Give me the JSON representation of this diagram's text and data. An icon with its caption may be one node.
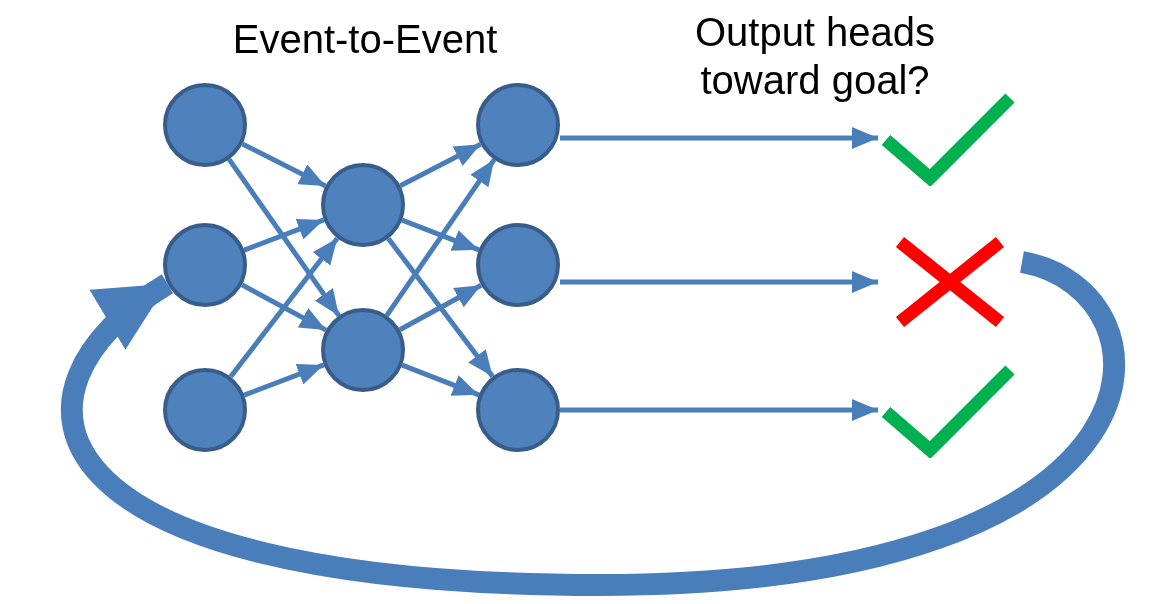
{
  "diagram": {
    "nodes": [
      {
        "text": [],
        "shape": "circle"
      },
      {
        "text": [],
        "shape": "circle"
      },
      {
        "text": [],
        "shape": "circle"
      },
      {
        "text": [],
        "shape": "circle"
      },
      {
        "text": [],
        "shape": "circle"
      },
      {
        "text": [],
        "shape": "circle"
      },
      {
        "text": [],
        "shape": "circle"
      },
      {
        "text": [],
        "shape": "circle"
      },
      {
        "text": [],
        "shape": "checkmark"
      },
      {
        "text": [],
        "shape": "cross"
      },
      {
        "text": [],
        "shape": "checkmark"
      }
    ],
    "edges": [
      {
        "from": 0,
        "to": 3,
        "arrow": "to"
      },
      {
        "from": 0,
        "to": 4,
        "arrow": "to"
      },
      {
        "from": 1,
        "to": 3,
        "arrow": "to"
      },
      {
        "from": 1,
        "to": 4,
        "arrow": "to"
      },
      {
        "from": 2,
        "to": 3,
        "arrow": "to"
      },
      {
        "from": 2,
        "to": 4,
        "arrow": "to"
      },
      {
        "from": 3,
        "to": 5,
        "arrow": "to"
      },
      {
        "from": 3,
        "to": 6,
        "arrow": "to"
      },
      {
        "from": 3,
        "to": 7,
        "arrow": "to"
      },
      {
        "from": 4,
        "to": 5,
        "arrow": "to"
      },
      {
        "from": 4,
        "to": 6,
        "arrow": "to"
      },
      {
        "from": 4,
        "to": 7,
        "arrow": "to"
      },
      {
        "from": 5,
        "to": 8,
        "arrow": "to"
      },
      {
        "from": 6,
        "to": 9,
        "arrow": "to"
      },
      {
        "from": 7,
        "to": 10,
        "arrow": "to"
      },
      {
        "from": 9,
        "to": 1,
        "arrow": "to",
        "style": "thick"
      }
    ],
    "labels": [
      "Event-to-Event",
      "Output heads toward goal?"
    ]
  }
}
